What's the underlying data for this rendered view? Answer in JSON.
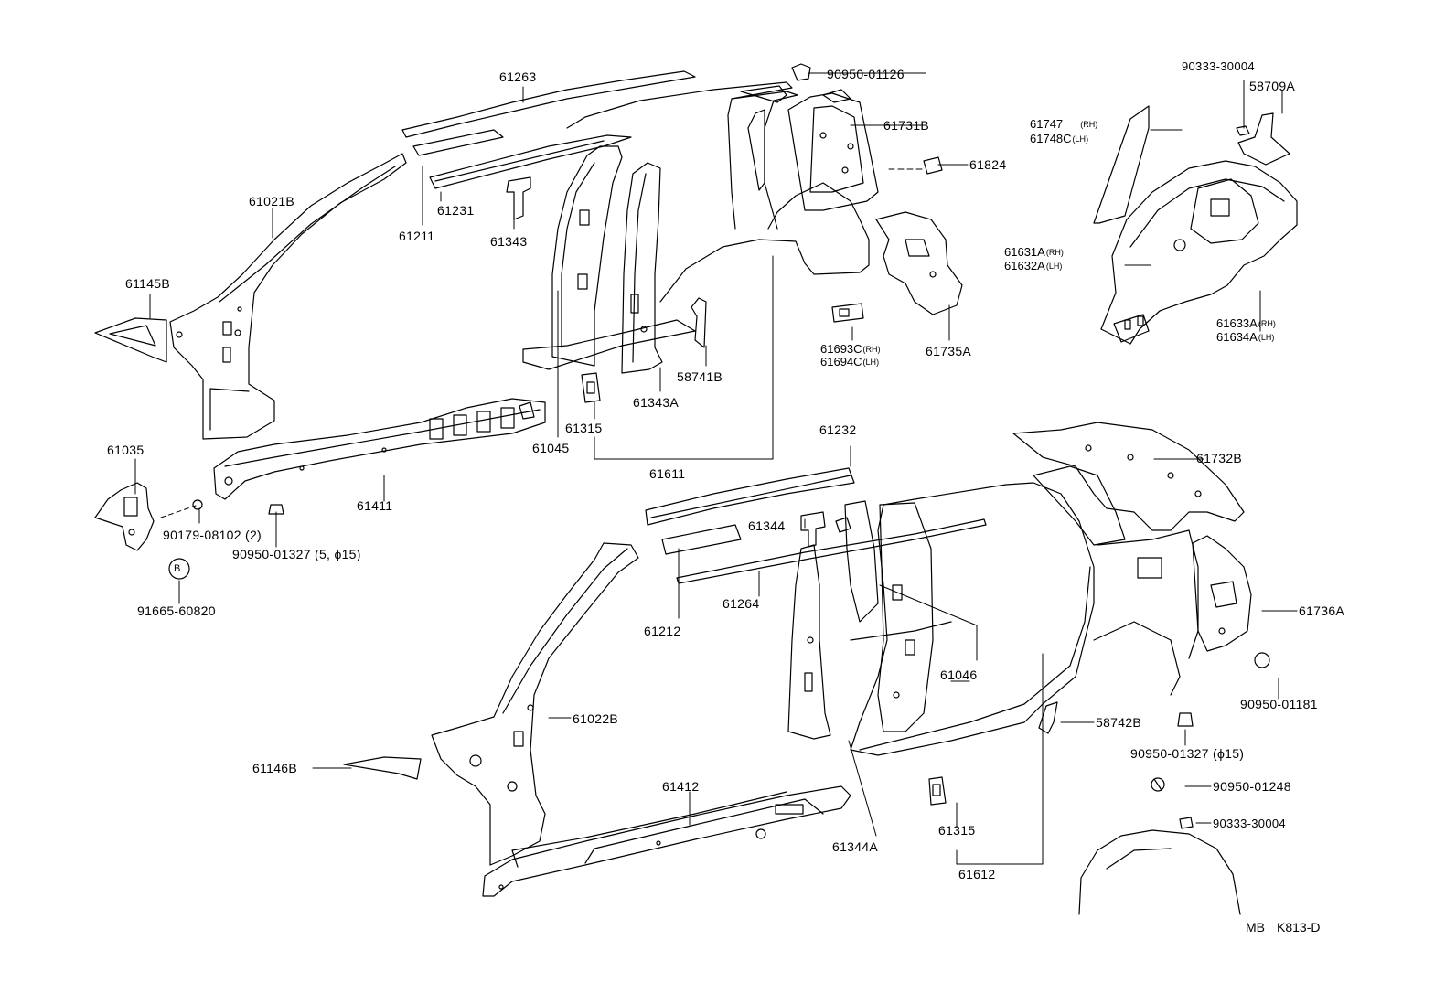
{
  "parts": {
    "p61263": "61263",
    "p90950_01126": "90950-01126",
    "p61731B": "61731B",
    "p61824": "61824",
    "p61021B": "61021B",
    "p61211": "61211",
    "p61231": "61231",
    "p61343": "61343",
    "p61145B": "61145B",
    "p61693C": "61693C",
    "p61694C": "61694C",
    "p61735A": "61735A",
    "p58741B": "58741B",
    "p61343A": "61343A",
    "p61315_a": "61315",
    "p61045": "61045",
    "p61611": "61611",
    "p61035": "61035",
    "p61411": "61411",
    "p90179_08102": "90179-08102 (2)",
    "p90950_01327_a": "90950-01327 (5, ϕ15)",
    "p91665_60820": "91665-60820",
    "circle_B": "B",
    "p90333_30004_a": "90333-30004",
    "p58709A": "58709A",
    "p61747": "61747",
    "p61748C": "61748C",
    "p61631A": "61631A",
    "p61632A": "61632A",
    "p61633A": "61633A",
    "p61634A": "61634A",
    "p61232": "61232",
    "p61732B": "61732B",
    "p61344": "61344",
    "p61264": "61264",
    "p61212": "61212",
    "p61736A": "61736A",
    "p61046": "61046",
    "p61022B": "61022B",
    "p90950_01181": "90950-01181",
    "p58742B": "58742B",
    "p90950_01327_b": "90950-01327 (ϕ15)",
    "p90950_01248": "90950-01248",
    "p61146B": "61146B",
    "p61412": "61412",
    "p61344A": "61344A",
    "p61315_b": "61315",
    "p61612": "61612",
    "p90333_30004_b": "90333-30004"
  },
  "sides": {
    "rh": "RH",
    "lh": "LH"
  },
  "footer": {
    "code_left": "MB",
    "code_right": "K813-D"
  },
  "colors": {
    "ink": "#000000",
    "paper": "#ffffff"
  }
}
